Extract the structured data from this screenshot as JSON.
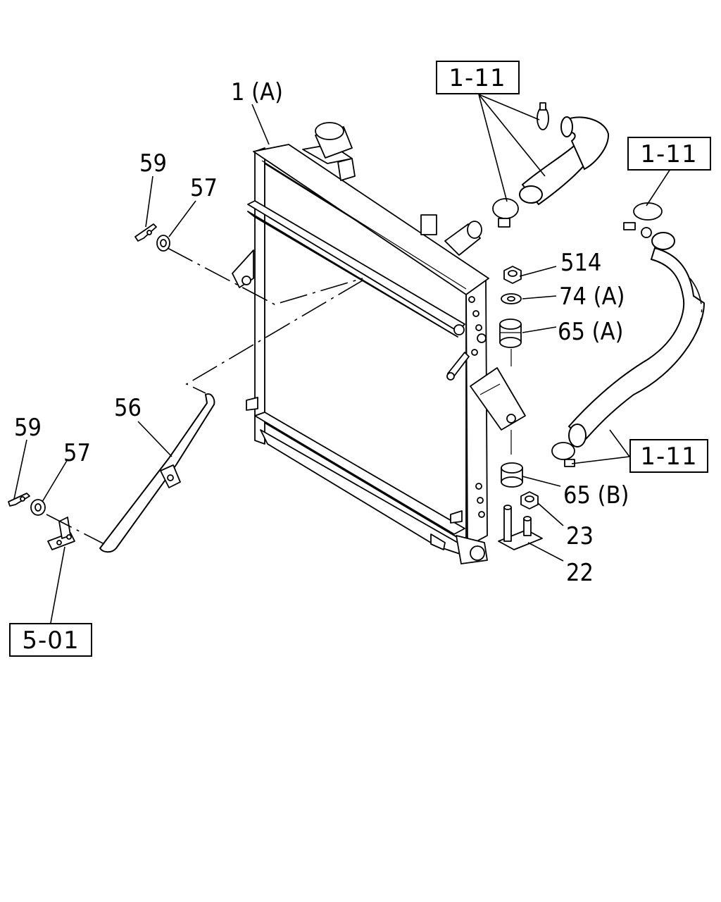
{
  "labels": {
    "radiator": "1 (A)",
    "clip_upper": "59",
    "washer_upper": "57",
    "pipe": "56",
    "clip_lower": "59",
    "washer_lower": "57",
    "nut_top": "514",
    "washer_mount": "74 (A)",
    "cushion_upper": "65 (A)",
    "cushion_lower": "65 (B)",
    "nut_bottom": "23",
    "stud_bracket": "22"
  },
  "refs": {
    "upper_hose": "1-11",
    "lower_hose_clamp": "1-11",
    "lower_hose": "1-11",
    "bracket": "5-01"
  }
}
